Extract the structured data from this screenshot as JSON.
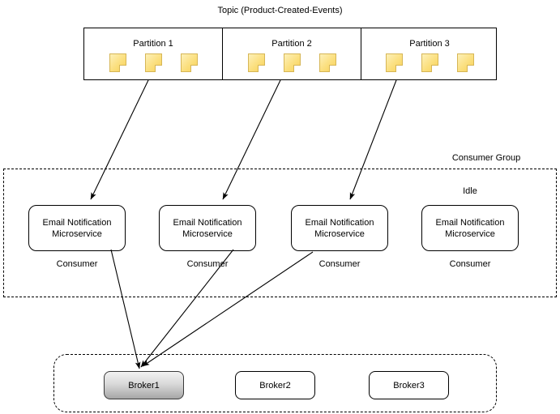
{
  "topic": {
    "title": "Topic (Product-Created-Events)",
    "partitions": [
      {
        "name": "Partition 1",
        "message_count": 3,
        "message_icon": "note-icon"
      },
      {
        "name": "Partition 2",
        "message_count": 3,
        "message_icon": "note-icon"
      },
      {
        "name": "Partition 3",
        "message_count": 3,
        "message_icon": "note-icon"
      }
    ]
  },
  "consumer_group": {
    "label": "Consumer Group",
    "idle_label": "Idle",
    "consumers": [
      {
        "title": "Email Notification Microservice",
        "caption": "Consumer",
        "state": "active"
      },
      {
        "title": "Email Notification Microservice",
        "caption": "Consumer",
        "state": "active"
      },
      {
        "title": "Email Notification Microservice",
        "caption": "Consumer",
        "state": "active"
      },
      {
        "title": "Email Notification Microservice",
        "caption": "Consumer",
        "state": "idle"
      }
    ]
  },
  "brokers": {
    "items": [
      {
        "label": "Broker1",
        "state": "active"
      },
      {
        "label": "Broker2",
        "state": "inactive"
      },
      {
        "label": "Broker3",
        "state": "inactive"
      }
    ]
  },
  "colors": {
    "note_fill": "#fbdf7e",
    "note_stroke": "#d6b656",
    "stroke": "#000000",
    "broker_active_fill": "#d9d9d9",
    "background": "#ffffff"
  },
  "connections": [
    {
      "from": "Partition 1",
      "to": "Consumer 1"
    },
    {
      "from": "Partition 2",
      "to": "Consumer 2"
    },
    {
      "from": "Partition 3",
      "to": "Consumer 3"
    },
    {
      "from": "Consumer 1",
      "to": "Broker1"
    },
    {
      "from": "Consumer 2",
      "to": "Broker1"
    },
    {
      "from": "Consumer 3",
      "to": "Broker1"
    }
  ]
}
